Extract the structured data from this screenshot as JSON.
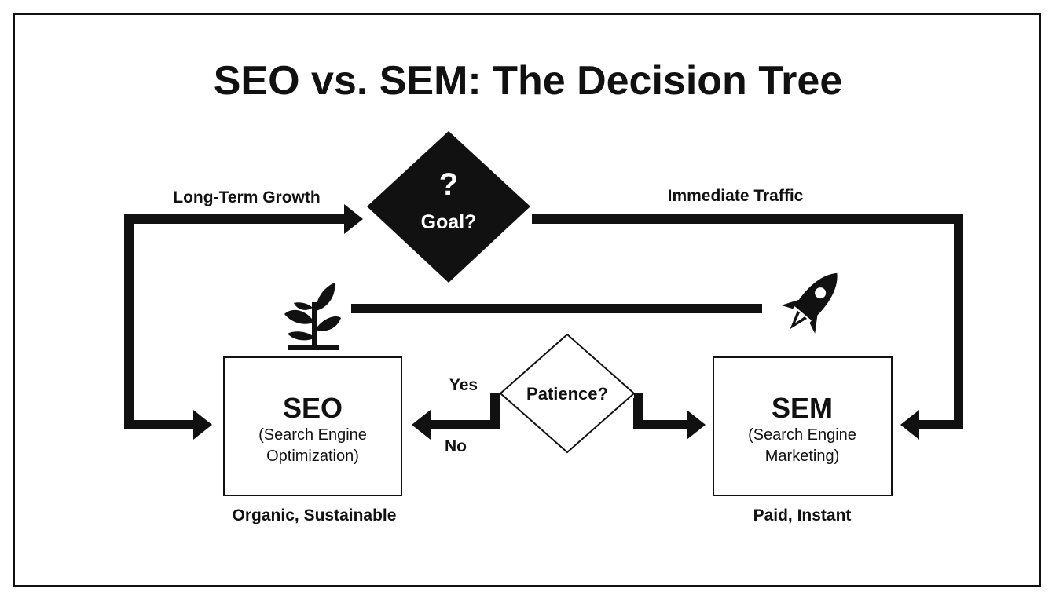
{
  "title": "SEO vs. SEM: The Decision Tree",
  "goal_node": {
    "mark": "?",
    "label": "Goal?"
  },
  "left_branch_label": "Long-Term Growth",
  "right_branch_label": "Immediate Traffic",
  "patience_node": {
    "label": "Patience?"
  },
  "yes_label": "Yes",
  "no_label": "No",
  "seo_box": {
    "title": "SEO",
    "line1": "(Search Engine",
    "line2": "Optimization)",
    "caption": "Organic, Sustainable",
    "icon": "plant-icon"
  },
  "sem_box": {
    "title": "SEM",
    "line1": "(Search Engine",
    "line2": "Marketing)",
    "caption": "Paid, Instant",
    "icon": "rocket-icon"
  },
  "colors": {
    "ink": "#111111",
    "background": "#ffffff"
  }
}
